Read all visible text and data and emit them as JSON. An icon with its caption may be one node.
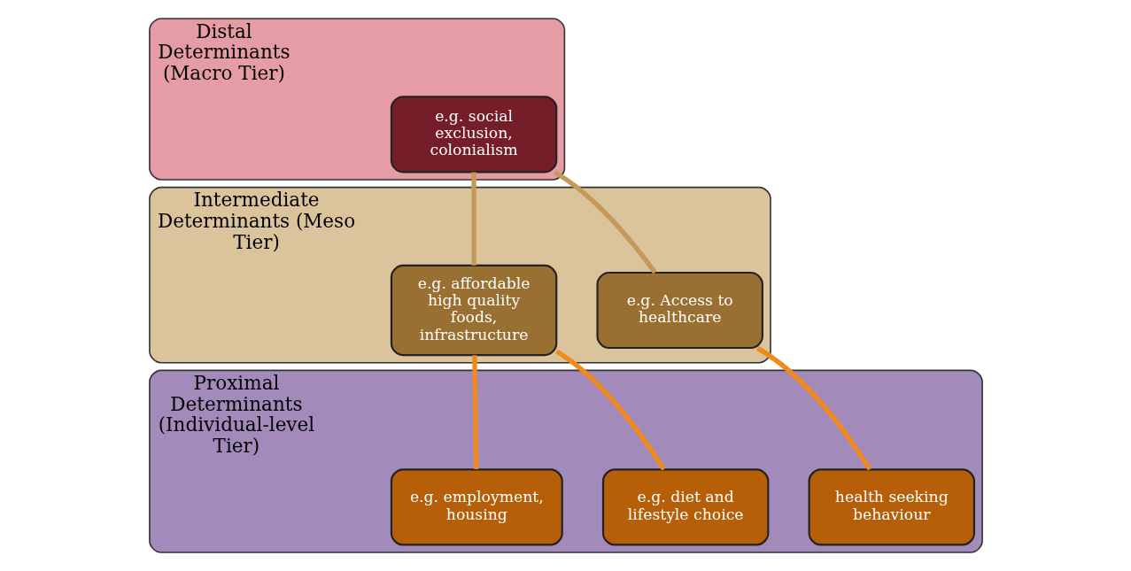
{
  "diagram": {
    "nodes": [
      {
        "text": [
          "Distal Determinants (Macro Tier)"
        ]
      },
      {
        "text": [
          "e.g. social exclusion, colonialism"
        ],
        "in": 0
      },
      {
        "text": [
          "Intermediate Determinants (Meso Tier)"
        ]
      },
      {
        "text": [
          "e.g. affordable high quality foods, infrastructure"
        ],
        "in": 2
      },
      {
        "text": [
          "e.g. Access to healthcare"
        ],
        "in": 2
      },
      {
        "text": [
          "Proximal Determinants (Individual-level Tier)"
        ]
      },
      {
        "text": [
          "e.g. employment, housing"
        ],
        "in": 5
      },
      {
        "text": [
          "e.g. diet and lifestyle choice"
        ],
        "in": 5
      },
      {
        "text": [
          "health seeking behaviour"
        ],
        "in": 5
      }
    ],
    "edges": [
      {
        "from": 1,
        "to": 3,
        "arrow": "none",
        "color": "#c49a5a"
      },
      {
        "from": 1,
        "to": 4,
        "arrow": "none",
        "color": "#c49a5a"
      },
      {
        "from": 3,
        "to": 6,
        "arrow": "none"
      },
      {
        "from": 3,
        "to": 7,
        "arrow": "none"
      },
      {
        "from": 4,
        "to": 8,
        "arrow": "none"
      }
    ]
  }
}
